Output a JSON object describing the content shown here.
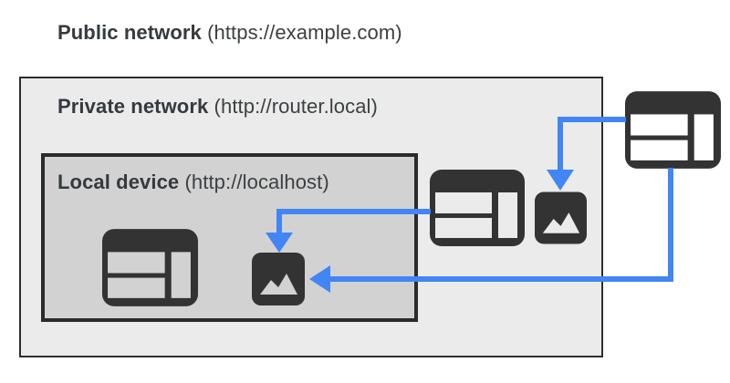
{
  "figure": {
    "title": {
      "name": "Public network",
      "url": " (https://example.com)"
    },
    "private_network": {
      "name": "Private network",
      "url": " (http://router.local)"
    },
    "local_device": {
      "name": "Local device",
      "url": " (http://localhost)"
    },
    "colors": {
      "page_bg": "#ffffff",
      "private_bg": "#ebebeb",
      "local_bg": "#d2d2d2",
      "box_border": "#2e2e2e",
      "icon_dark": "#333333",
      "arrow_blue": "#4285f4",
      "text": "#3c4043"
    },
    "icons": [
      {
        "name": "web-browser-icon",
        "location": "local-device"
      },
      {
        "name": "image-icon",
        "location": "local-device"
      },
      {
        "name": "web-browser-icon",
        "location": "private-network"
      },
      {
        "name": "image-icon",
        "location": "private-network"
      },
      {
        "name": "web-browser-icon",
        "location": "public-network"
      }
    ],
    "arrows": [
      {
        "from": "private-network-browser",
        "to": "local-device-image",
        "color": "#4285f4"
      },
      {
        "from": "public-network-browser",
        "to": "private-network-image",
        "color": "#4285f4"
      },
      {
        "from": "public-network-browser",
        "to": "local-device-image",
        "color": "#4285f4"
      }
    ]
  }
}
